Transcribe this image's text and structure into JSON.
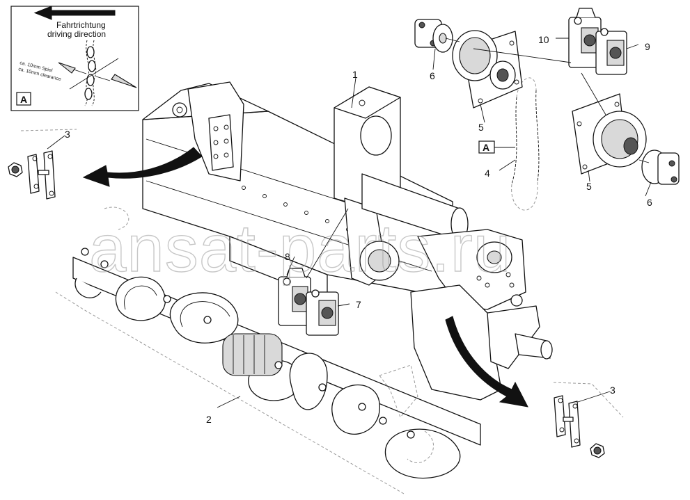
{
  "inset": {
    "title_de": "Fahrtrichtung",
    "title_en": "driving direction",
    "note_de": "ca. 10mm Spiel",
    "note_en": "ca. 10mm clearance",
    "detail_label": "A"
  },
  "detail_marker": "A",
  "watermark": "ansat-parts.ru",
  "callouts": {
    "c1": "1",
    "c2": "2",
    "c3_left": "3",
    "c3_right": "3",
    "c4": "4",
    "c5_top": "5",
    "c5_right": "5",
    "c6_top": "6",
    "c6_right": "6",
    "c7": "7",
    "c8": "8",
    "c9": "9",
    "c10": "10"
  },
  "colors": {
    "line": "#111111",
    "watermark": "#9a9a9a",
    "shade": "#d9d9d9"
  }
}
